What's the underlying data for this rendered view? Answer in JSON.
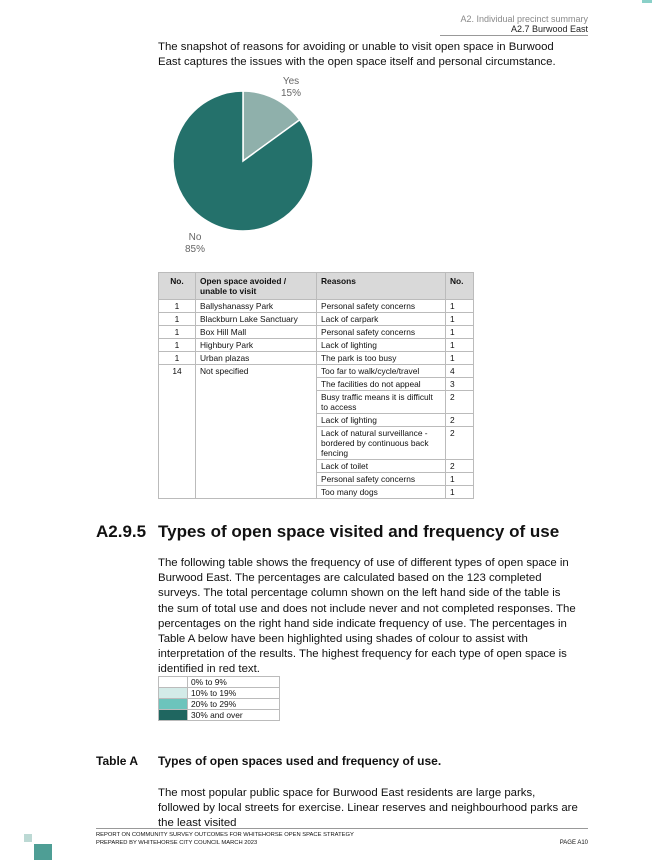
{
  "header": {
    "line1": "A2. Individual precinct summary",
    "line2": "A2.7 Burwood East"
  },
  "intro": "The snapshot of reasons for avoiding or unable to visit open space in Burwood East captures the issues with the open space itself and personal circumstance.",
  "chart_data": {
    "type": "pie",
    "categories": [
      "Yes",
      "No"
    ],
    "values": [
      15,
      85
    ],
    "labels": [
      "15%",
      "85%"
    ],
    "colors": [
      "#8fb0ab",
      "#24716b"
    ]
  },
  "reasons_table": {
    "headers": [
      "No.",
      "Open space avoided / unable to visit",
      "Reasons",
      "No."
    ],
    "rows": [
      {
        "count": "1",
        "space": "Ballyshanassy Park",
        "reason": "Personal safety concerns",
        "n": "1"
      },
      {
        "count": "1",
        "space": "Blackburn Lake Sanctuary",
        "reason": "Lack of carpark",
        "n": "1"
      },
      {
        "count": "1",
        "space": "Box Hill Mall",
        "reason": "Personal safety concerns",
        "n": "1"
      },
      {
        "count": "1",
        "space": "Highbury Park",
        "reason": "Lack of lighting",
        "n": "1"
      },
      {
        "count": "1",
        "space": "Urban plazas",
        "reason": "The park is too busy",
        "n": "1"
      }
    ],
    "group": {
      "count": "14",
      "space": "Not specified",
      "reasons": [
        {
          "reason": "Too far to walk/cycle/travel",
          "n": "4"
        },
        {
          "reason": "The facilities do not appeal",
          "n": "3"
        },
        {
          "reason": "Busy traffic means it is difficult to access",
          "n": "2"
        },
        {
          "reason": "Lack of lighting",
          "n": "2"
        },
        {
          "reason": "Lack of natural surveillance - bordered by continuous back fencing",
          "n": "2"
        },
        {
          "reason": "Lack of toilet",
          "n": "2"
        },
        {
          "reason": "Personal safety concerns",
          "n": "1"
        },
        {
          "reason": "Too many dogs",
          "n": "1"
        }
      ]
    }
  },
  "section": {
    "number": "A2.9.5",
    "title": "Types of open space visited and frequency of use",
    "paragraph": "The following table shows the frequency of use of different types of open space in Burwood East. The percentages are calculated based on the 123 completed surveys. The total percentage column shown on the left hand side of the table is the sum of total use and does not include never and not completed responses. The percentages on the right hand side indicate frequency of use. The percentages in Table A below have been highlighted using shades of colour to assist with interpretation of the results. The highest frequency for each type of open space is identified in red text."
  },
  "legend": [
    {
      "label": "0% to 9%",
      "color": "#ffffff"
    },
    {
      "label": "10% to 19%",
      "color": "#d3ebe8"
    },
    {
      "label": "20% to 29%",
      "color": "#6cc4bc"
    },
    {
      "label": "30% and over",
      "color": "#1f6660"
    }
  ],
  "table_a": {
    "label": "Table A",
    "title": "Types of open spaces used and frequency of use."
  },
  "closing": "The most popular public space for Burwood East residents are large parks, followed by local streets for exercise. Linear reserves and neighbourhood parks are the least visited",
  "footer": {
    "line1": "REPORT ON COMMUNITY SURVEY OUTCOMES FOR WHITEHORSE OPEN SPACE STRATEGY",
    "line2": "PREPARED BY WHITEHORSE CITY COUNCIL MARCH 2023",
    "page": "PAGE A10"
  }
}
